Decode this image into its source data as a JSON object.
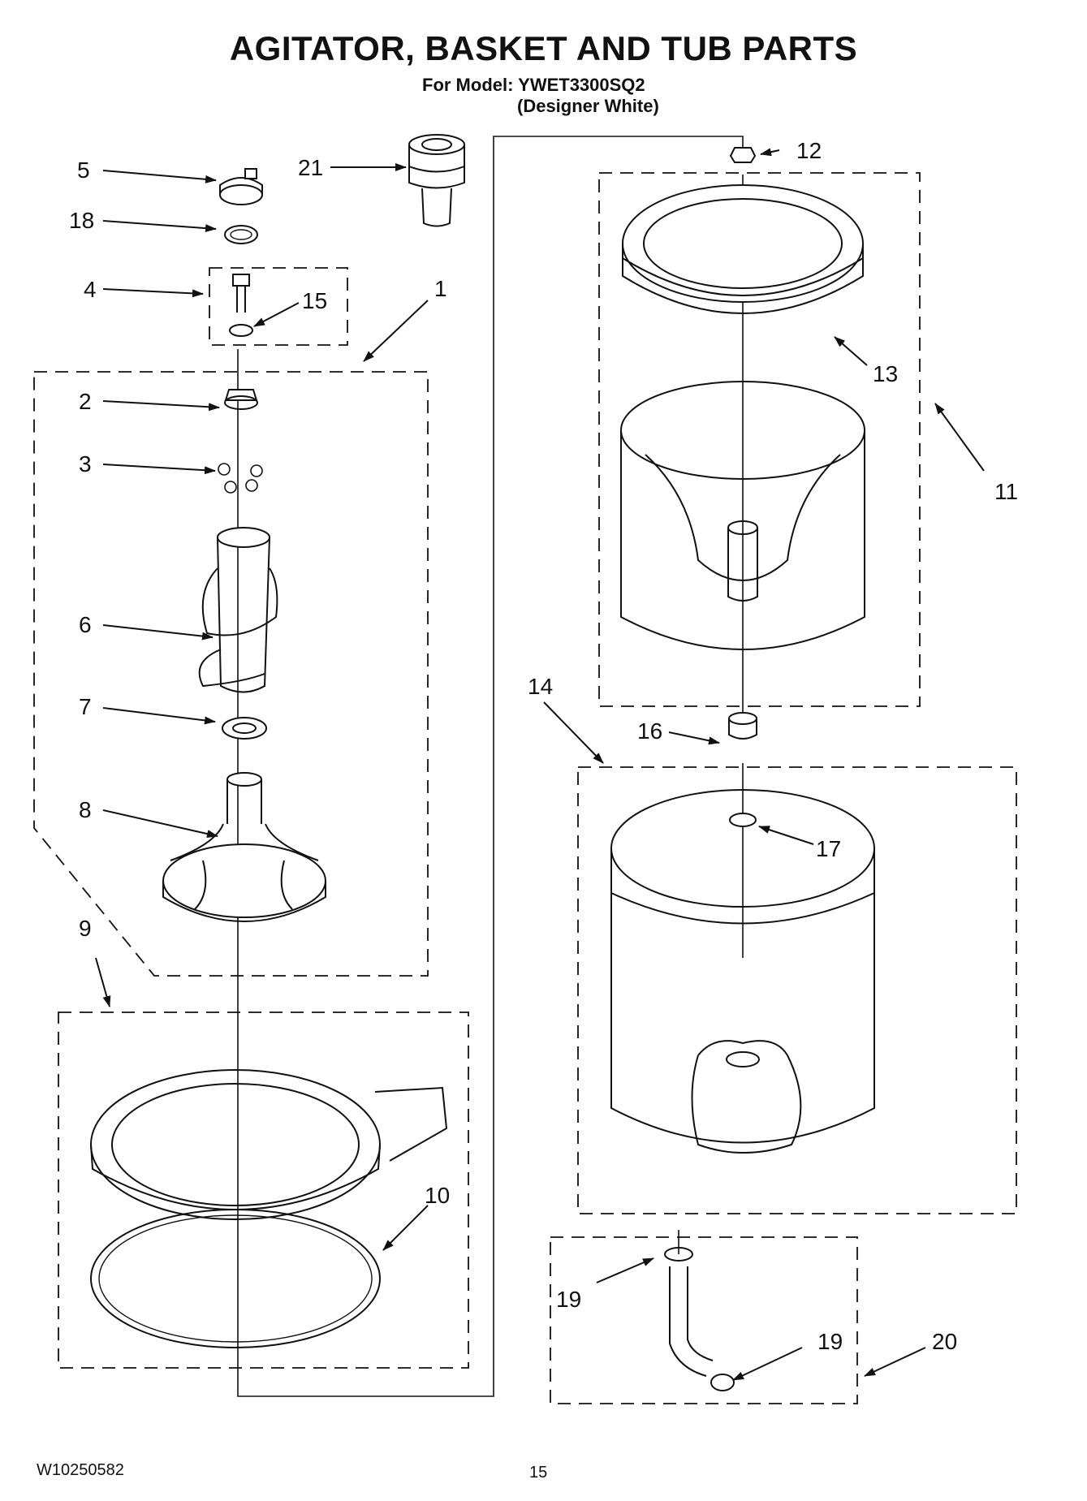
{
  "title": "AGITATOR, BASKET AND TUB PARTS",
  "model_line": "For Model: YWET3300SQ2",
  "model_variant": "(Designer White)",
  "document_number": "W10250582",
  "page_number": "15",
  "callouts": {
    "c1": "1",
    "c2": "2",
    "c3": "3",
    "c4": "4",
    "c5": "5",
    "c6": "6",
    "c7": "7",
    "c8": "8",
    "c9": "9",
    "c10": "10",
    "c11": "11",
    "c12": "12",
    "c13": "13",
    "c14": "14",
    "c15": "15",
    "c16": "16",
    "c17": "17",
    "c18": "18",
    "c19a": "19",
    "c19b": "19",
    "c20": "20",
    "c21": "21"
  }
}
